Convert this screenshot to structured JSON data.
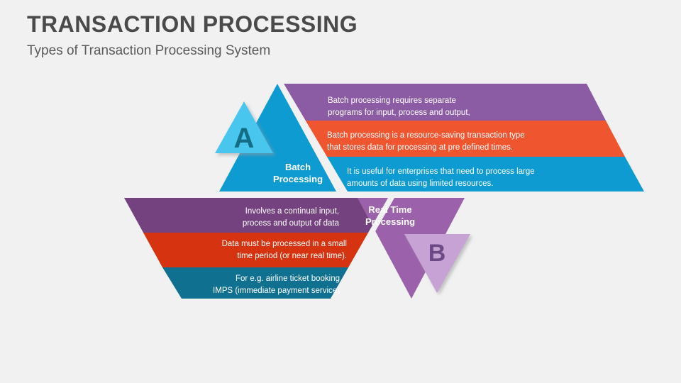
{
  "header": {
    "title": "TRANSACTION PROCESSING",
    "subtitle": "Types of Transaction Processing System",
    "title_color": "#4a4a4a",
    "subtitle_color": "#5a5a5a"
  },
  "background_color": "#f1f1f1",
  "diagram": {
    "type": "two-stage trapezoid process diagram",
    "groups": [
      {
        "key": "batch",
        "marker_letter": "A",
        "marker_color": "#4ac6ee",
        "marker_letter_color": "#136d87",
        "label": "Batch\nProcessing",
        "label_line1": "Batch",
        "label_line2": "Processing",
        "triangle_color": "#0e9bd1",
        "orientation": "upright",
        "bands": [
          {
            "color": "#8b5ba4",
            "text_color": "#ffffff",
            "lines": [
              "Batch processing requires separate",
              "programs for input, process and output,"
            ]
          },
          {
            "color": "#ef5630",
            "text_color": "#ffffff",
            "lines": [
              "Batch processing is a resource-saving transaction type",
              "that stores data for processing at pre defined times."
            ]
          },
          {
            "color": "#0e9bd1",
            "text_color": "#ffffff",
            "lines": [
              "It is useful for enterprises that need to process large",
              "amounts of data using limited resources."
            ]
          }
        ]
      },
      {
        "key": "realtime",
        "marker_letter": "B",
        "marker_color": "#c6a3d4",
        "marker_letter_color": "#6c4a86",
        "label": "Real Time\nProcessing",
        "label_line1": "Real Time",
        "label_line2": "Processing",
        "triangle_color": "#a濃"
      }
    ]
  }
}
